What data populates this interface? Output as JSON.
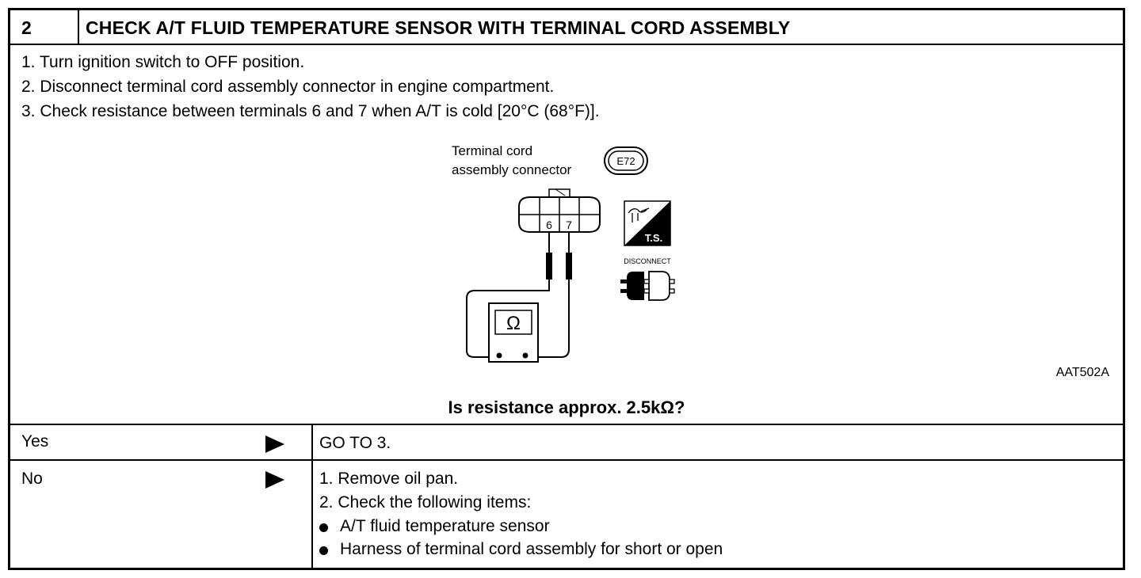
{
  "step": {
    "number": "2",
    "title": "CHECK A/T FLUID TEMPERATURE SENSOR WITH TERMINAL CORD ASSEMBLY"
  },
  "instructions": [
    "1.  Turn ignition switch to OFF position.",
    "2.  Disconnect terminal cord assembly connector in engine compartment.",
    "3.  Check resistance between terminals 6 and 7 when A/T is cold [20°C (68°F)]."
  ],
  "figure": {
    "connector_label_line1": "Terminal cord",
    "connector_label_line2": "assembly connector",
    "connector_code": "E72",
    "terminal_a": "6",
    "terminal_b": "7",
    "ts_label": "T.S.",
    "disconnect_label": "DISCONNECT",
    "meter_symbol": "Ω",
    "figure_id": "AAT502A"
  },
  "question": "Is resistance approx. 2.5kΩ?",
  "results": [
    {
      "label": "Yes",
      "lines": [
        "GO TO 3."
      ],
      "bullets": []
    },
    {
      "label": "No",
      "lines": [
        "1.  Remove oil pan.",
        "2.  Check the following items:"
      ],
      "bullets": [
        "A/T fluid temperature sensor",
        "Harness of terminal cord assembly for short or open"
      ]
    }
  ]
}
